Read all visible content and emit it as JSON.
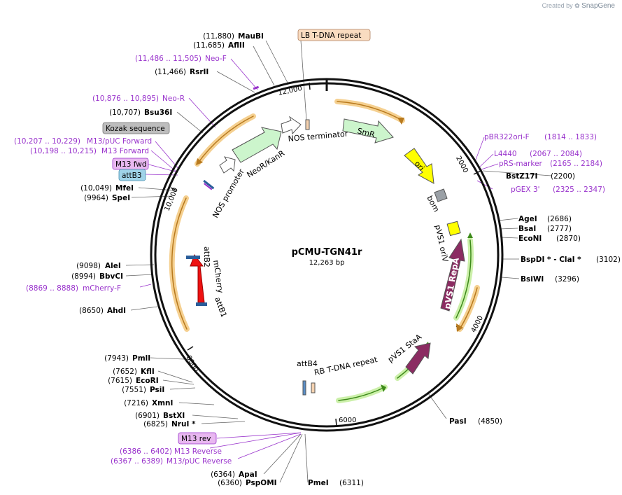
{
  "credit": {
    "prefix": "Created by",
    "brand": "SnapGene"
  },
  "plasmid": {
    "name": "pCMU-TGN41r",
    "size": "12,263 bp",
    "length": 12263
  },
  "colors": {
    "primer": "#9933cc",
    "backbone": "#111111"
  },
  "ticks": [
    "2000",
    "4000",
    "6000",
    "8000",
    "10,000",
    "12,000"
  ],
  "sites_right": [
    {
      "name": "BstZ17I",
      "pos": "(2200)"
    },
    {
      "name": "AgeI",
      "pos": "(2686)"
    },
    {
      "name": "BsaI",
      "pos": "(2777)"
    },
    {
      "name": "EcoNI",
      "pos": "(2870)"
    },
    {
      "name": "BspDI *  -  ClaI *",
      "pos": "(3102)"
    },
    {
      "name": "BsiWI",
      "pos": "(3296)"
    },
    {
      "name": "PasI",
      "pos": "(4850)"
    },
    {
      "name": "PmeI",
      "pos": "(6311)"
    }
  ],
  "sites_left": [
    {
      "name": "MauBI",
      "pos": "(11,880)"
    },
    {
      "name": "AflII",
      "pos": "(11,685)"
    },
    {
      "name": "RsrII",
      "pos": "(11,466)"
    },
    {
      "name": "Bsu36I",
      "pos": "(10,707)"
    },
    {
      "name": "MfeI",
      "pos": "(10,049)"
    },
    {
      "name": "SpeI",
      "pos": "(9964)"
    },
    {
      "name": "AleI",
      "pos": "(9098)"
    },
    {
      "name": "BbvCI",
      "pos": "(8994)"
    },
    {
      "name": "AhdI",
      "pos": "(8650)"
    },
    {
      "name": "PmlI",
      "pos": "(7943)"
    },
    {
      "name": "KflI",
      "pos": "(7652)"
    },
    {
      "name": "EcoRI",
      "pos": "(7615)"
    },
    {
      "name": "PsiI",
      "pos": "(7551)"
    },
    {
      "name": "XmnI",
      "pos": "(7216)"
    },
    {
      "name": "BstXI",
      "pos": "(6901)"
    },
    {
      "name": "NruI *",
      "pos": "(6825)"
    },
    {
      "name": "ApaI",
      "pos": "(6364)"
    },
    {
      "name": "PspOMI",
      "pos": "(6360)"
    }
  ],
  "primers": [
    {
      "name": "pBR322ori-F",
      "pos": "(1814 .. 1833)"
    },
    {
      "name": "L4440",
      "pos": "(2067 .. 2084)"
    },
    {
      "name": "pRS-marker",
      "pos": "(2165 .. 2184)"
    },
    {
      "name": "pGEX 3'",
      "pos": "(2325 .. 2347)"
    },
    {
      "name": "Neo-F",
      "pos": "(11,486 .. 11,505)"
    },
    {
      "name": "Neo-R",
      "pos": "(10,876 .. 10,895)"
    },
    {
      "name": "M13/pUC Forward",
      "pos": "(10,207 .. 10,229)"
    },
    {
      "name": "M13 Forward",
      "pos": "(10,198 .. 10,215)"
    },
    {
      "name": "mCherry-F",
      "pos": "(8869 .. 8888)"
    },
    {
      "name": "M13 Reverse",
      "pos": "(6386 .. 6402)"
    },
    {
      "name": "M13/pUC Reverse",
      "pos": "(6367 .. 6389)"
    }
  ],
  "boxed_labels": {
    "lb_repeat": "LB T-DNA repeat",
    "kozak": "Kozak sequence",
    "m13fwd": "M13 fwd",
    "attb3": "attB3",
    "m13rev": "M13 rev"
  },
  "features": {
    "nos_terminator": "NOS terminator",
    "nos_promoter": "NOS promoter",
    "neor": "NeoR/KanR",
    "smr": "SmR",
    "ori": "ori",
    "bom": "bom",
    "pvs1_oriv": "pVS1 oriV",
    "pvs1_repa": "pVS1 RepA",
    "pvs1_staa": "pVS1 StaA",
    "rb_repeat": "RB T-DNA repeat",
    "attb4": "attB4",
    "attb2": "attB2",
    "attb1": "attB1",
    "mcherry": "mCherry"
  }
}
